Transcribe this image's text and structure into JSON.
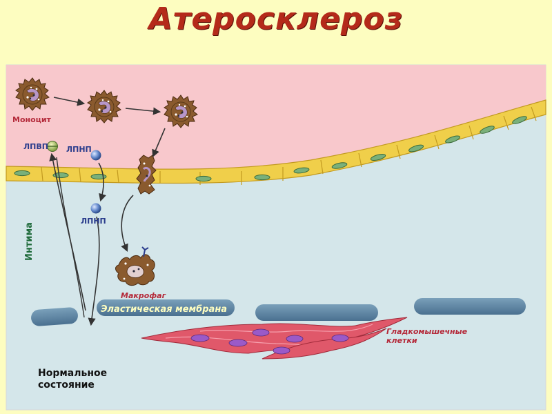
{
  "title": "Атеросклероз",
  "labels": {
    "monocyte": "Моноцит",
    "hdl": "ЛПВП",
    "ldl_top": "ЛПНП",
    "ldl_bottom": "ЛПНП",
    "intima": "Интима",
    "macrophage": "Макрофаг",
    "elastic_membrane": "Эластическая мембрана",
    "smooth_muscle": "Гладкомышечные клетки",
    "smooth_muscle_line1": "Гладкомышечные",
    "smooth_muscle_line2": "клетки",
    "normal_line1": "Нормальное",
    "normal_line2": "состояние"
  },
  "colors": {
    "background": "#fdfdc0",
    "title": "#b42a1a",
    "lumen": "#f8c8cc",
    "intima": "#d4e6ea",
    "endothelium": "#f0cf4a",
    "monocyte": "#8a5a2e",
    "lipoprotein_ldl": "#5a80c0",
    "membrane": "#5f85a0",
    "smooth_muscle": "#e0586a",
    "label_blue": "#2a3c8c",
    "label_red": "#b42a3a",
    "label_green": "#1e6a3a"
  }
}
